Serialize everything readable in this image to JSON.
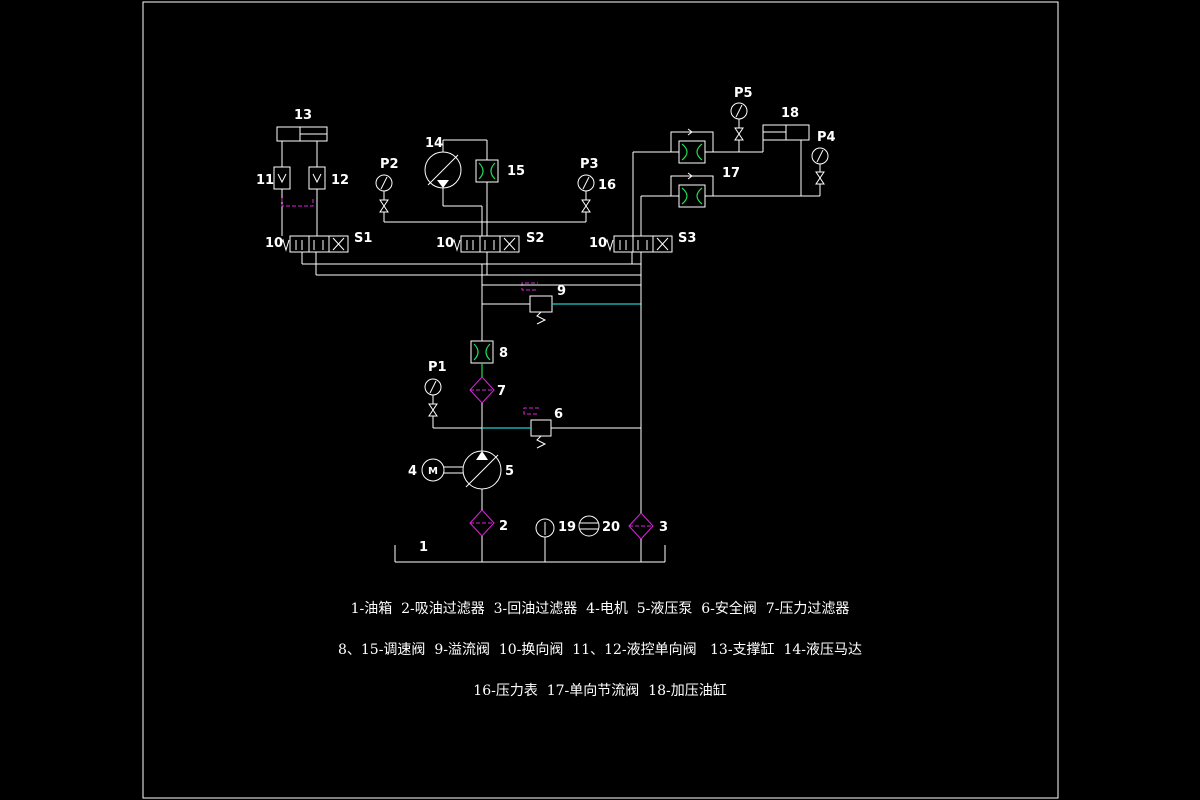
{
  "labels": {
    "c13": "13",
    "c11": "11",
    "c12": "12",
    "c14": "14",
    "c15": "15",
    "p2": "P2",
    "p3": "P3",
    "c16": "16",
    "p5": "P5",
    "c18": "18",
    "p4": "P4",
    "c17": "17",
    "c10a": "10",
    "s1": "S1",
    "c10b": "10",
    "s2": "S2",
    "c10c": "10",
    "s3": "S3",
    "c9": "9",
    "c8": "8",
    "c7": "7",
    "p1": "P1",
    "c6": "6",
    "c4": "4",
    "c5": "5",
    "c2": "2",
    "c19": "19",
    "c20": "20",
    "c3": "3",
    "c1": "1",
    "motor_m": "M"
  },
  "legend": {
    "line1": "1-油箱  2-吸油过滤器  3-回油过滤器  4-电机  5-液压泵  6-安全阀  7-压力过滤器",
    "line2": "8、15-调速阀  9-溢流阀  10-换向阀  11、12-液控单向阀   13-支撑缸  14-液压马达",
    "line3": "16-压力表  17-单向节流阀  18-加压油缸"
  },
  "colors": {
    "line": "#ffffff",
    "valve": "#22dd55",
    "relief": "#22cccc",
    "pilot": "#dd22dd"
  }
}
